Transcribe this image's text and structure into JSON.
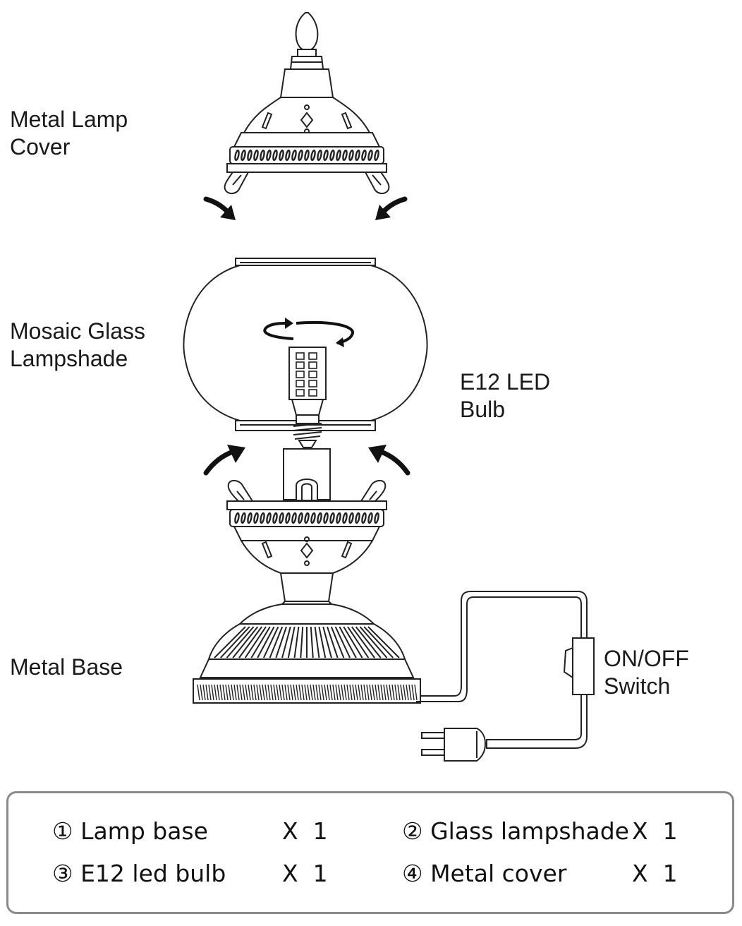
{
  "labels": {
    "metal_lamp_cover": [
      "Metal Lamp",
      "Cover"
    ],
    "mosaic_glass_lampshade": [
      "Mosaic Glass",
      "Lampshade"
    ],
    "e12_led_bulb": [
      "E12 LED",
      "Bulb"
    ],
    "metal_base": "Metal Base",
    "on_off_switch": [
      "ON/OFF",
      "Switch"
    ]
  },
  "parts_list": [
    {
      "name": "① Lamp base",
      "qty": "X  1"
    },
    {
      "name": "② Glass lampshade",
      "qty": "X  1"
    },
    {
      "name": "③ E12 led bulb",
      "qty": "X  1"
    },
    {
      "name": "④ Metal cover",
      "qty": "X  1"
    }
  ],
  "colors": {
    "line": "#222222",
    "fill": "#ffffff",
    "border": "#8a8a8a"
  }
}
